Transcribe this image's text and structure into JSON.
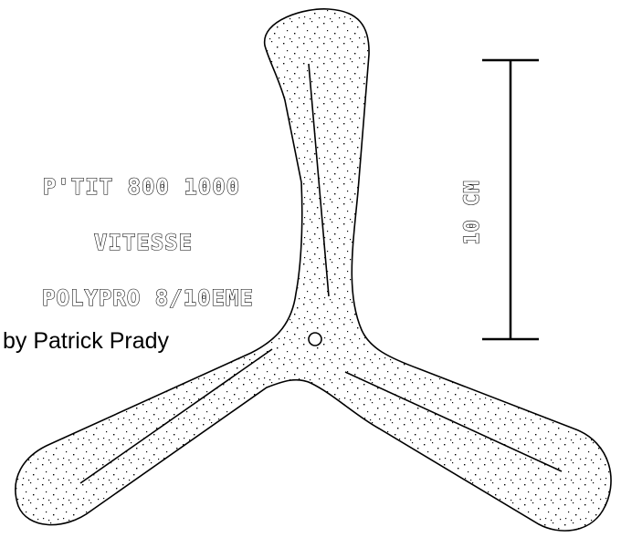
{
  "labels": {
    "line1": "P'TIT 800 1000",
    "line2": "VITESSE",
    "line3": "POLYPRO 8/10EME",
    "credit": "by Patrick Prady",
    "scale": "10 CM"
  },
  "colors": {
    "ink": "#000000",
    "paper": "#ffffff"
  }
}
